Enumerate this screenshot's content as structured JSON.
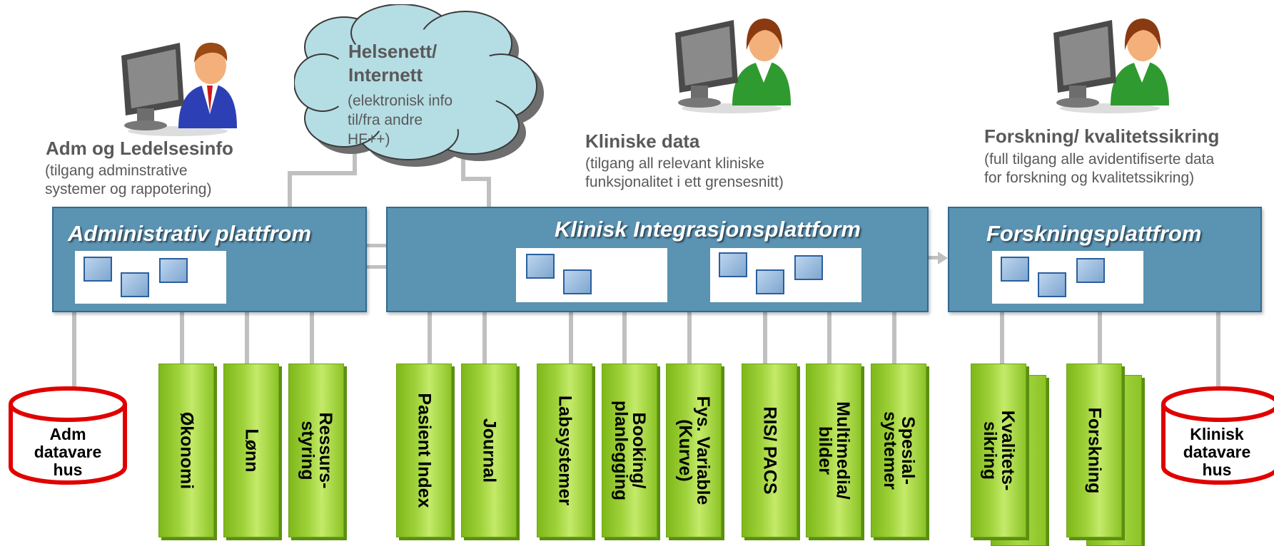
{
  "cloud": {
    "title_line1": "Helsenett/",
    "title_line2": "Internett",
    "sub_line1": "(elektronisk info",
    "sub_line2": "til/fra andre",
    "sub_line3": "HF++)"
  },
  "headers": {
    "adm": {
      "title": "Adm og Ledelsesinfo",
      "sub_line1": "(tilgang adminstrative",
      "sub_line2": "systemer og rappotering)"
    },
    "klinisk": {
      "title": "Kliniske data",
      "sub_line1": "(tilgang all relevant kliniske",
      "sub_line2": "funksjonalitet i ett grensesnitt)"
    },
    "forskning": {
      "title": "Forskning/ kvalitetssikring",
      "sub_line1": "(full tilgang alle avidentifiserte data",
      "sub_line2": "for forskning og kvalitetssikring)"
    }
  },
  "platforms": {
    "adm": "Administrativ plattfrom",
    "klinisk": "Klinisk Integrasjonsplattform",
    "forskning": "Forskningsplattfrom"
  },
  "databases": {
    "adm": {
      "line1": "Adm",
      "line2": "datavare",
      "line3": "hus"
    },
    "klinisk": {
      "line1": "Klinisk",
      "line2": "datavare",
      "line3": "hus"
    }
  },
  "systems": {
    "okonomi": "Økonomi",
    "lonn": "Lønn",
    "ressurs": {
      "line1": "Ressurs-",
      "line2": "styring"
    },
    "pasient": "Pasient Index",
    "journal": "Journal",
    "lab": "Labsystemer",
    "booking": {
      "line1": "Booking/",
      "line2": "planlegging"
    },
    "fys": {
      "line1": "Fys. Variable",
      "line2": "(Kurve)"
    },
    "ris": "RIS/ PACS",
    "multimedia": {
      "line1": "Multimedia/",
      "line2": "bilder"
    },
    "spesial": {
      "line1": "Spesial-",
      "line2": "systemer"
    },
    "kvalitet": {
      "line1": "Kvalitets-",
      "line2": "sikring"
    },
    "forskning": "Forskning"
  },
  "colors": {
    "platform_fill": "#5b93b2",
    "bar_green": "#9fd23a",
    "db_red": "#e00000",
    "cloud_fill": "#b5dde4",
    "connector_gray": "#c0c0c0"
  },
  "icons": [
    "person-at-computer-icon",
    "cloud-icon",
    "database-cylinder-icon",
    "arrow-right-icon"
  ]
}
